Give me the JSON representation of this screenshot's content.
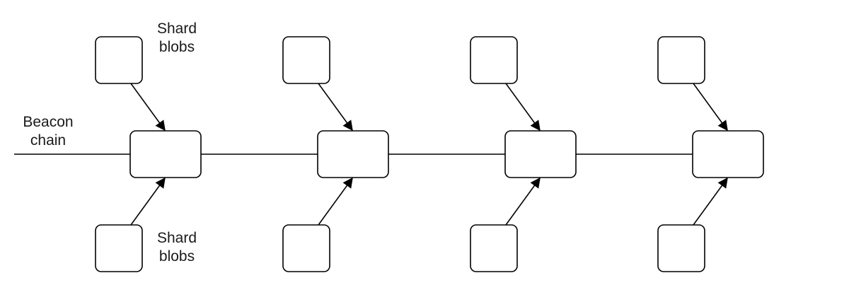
{
  "diagram": {
    "beacon_label": {
      "line1": "Beacon",
      "line2": "chain"
    },
    "shard_label_top": {
      "line1": "Shard",
      "line2": "blobs"
    },
    "shard_label_bottom": {
      "line1": "Shard",
      "line2": "blobs"
    },
    "colors": {
      "stroke": "#000000",
      "fill": "#ffffff",
      "text": "#1a1a1a"
    },
    "nodes": {
      "beacon_blocks": 4,
      "shard_blobs_per_block": 2
    }
  }
}
